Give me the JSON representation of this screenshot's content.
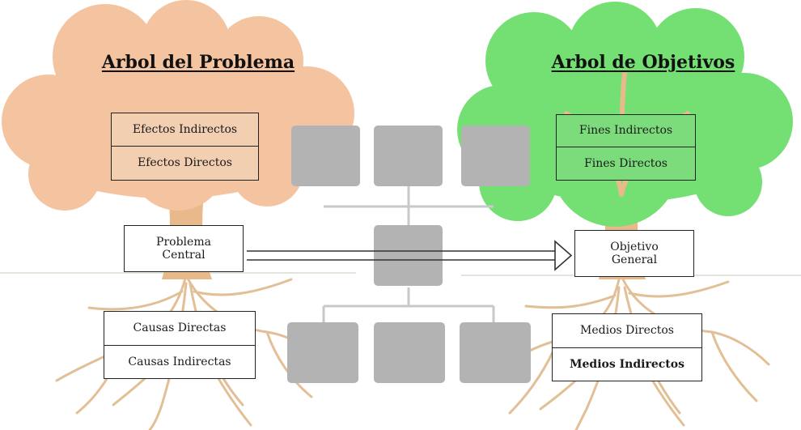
{
  "colors": {
    "problem_canopy": "#f4c3a0",
    "objective_canopy": "#74e074",
    "trunk": "#e8b98b",
    "root": "#e2bf96",
    "ground": "#dfe7dc",
    "gray_box": "#b3b3b3",
    "connector": "#c8c8c8",
    "border": "#222222"
  },
  "problem_tree": {
    "title": "Arbol del Problema",
    "effects": [
      "Efectos Indirectos",
      "Efectos Directos"
    ],
    "central": "Problema Central",
    "causes": [
      "Causas Directas",
      "Causas Indirectas"
    ]
  },
  "objective_tree": {
    "title": "Arbol de Objetivos",
    "ends": [
      "Fines Indirectos",
      "Fines Directos"
    ],
    "central": "Objetivo General",
    "means": [
      "Medios Directos",
      "Medios Indirectos"
    ]
  },
  "icons": {
    "transform_arrow": "double-line-arrow-right-icon"
  }
}
